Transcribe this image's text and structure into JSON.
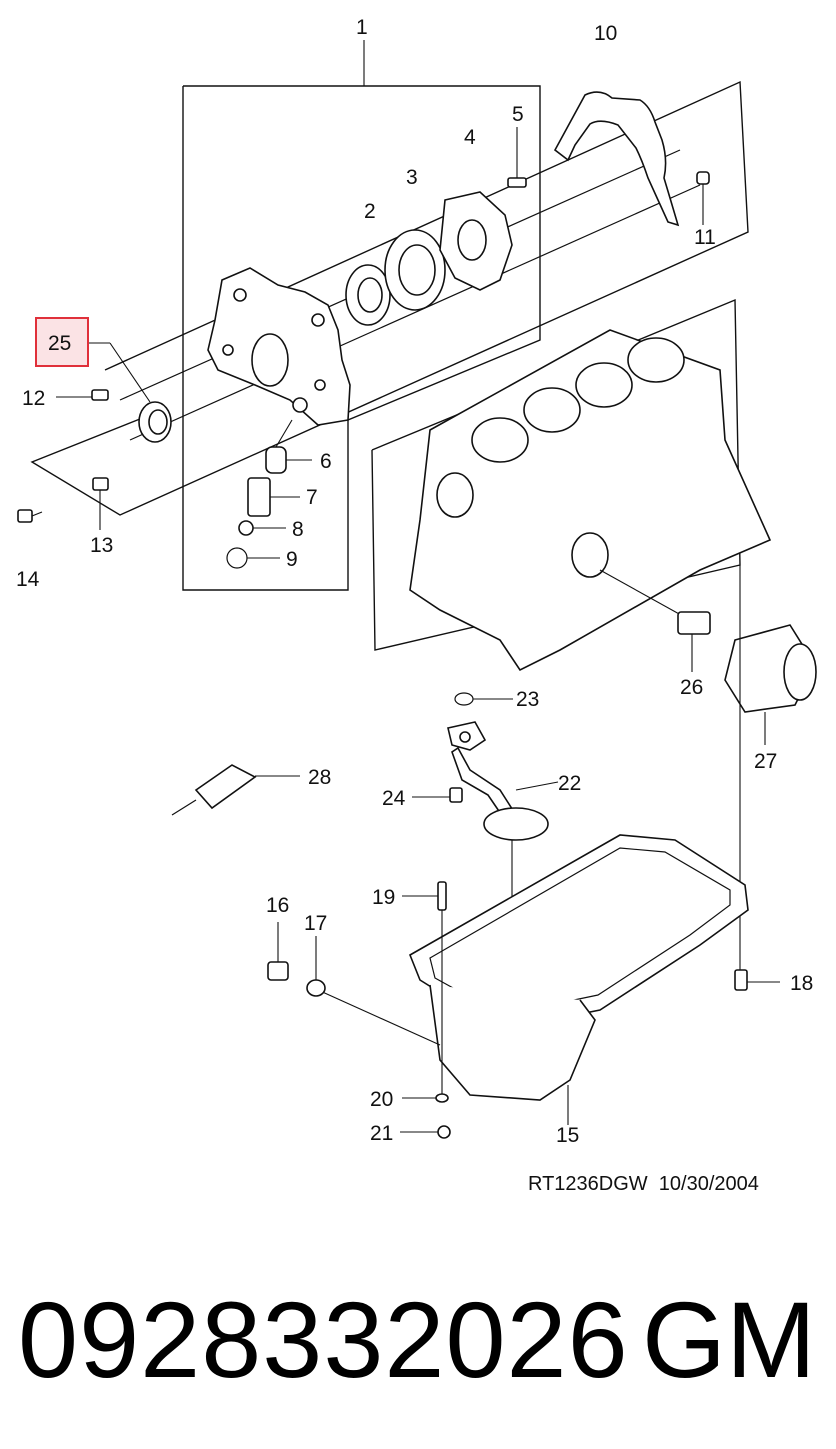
{
  "diagram": {
    "reference": "RT1236DGW  10/30/2004",
    "highlight_color": "#e0303a",
    "labels": {
      "l1": "1",
      "l2": "2",
      "l3": "3",
      "l4": "4",
      "l5": "5",
      "l6": "6",
      "l7": "7",
      "l8": "8",
      "l9": "9",
      "l10": "10",
      "l11": "11",
      "l12": "12",
      "l13": "13",
      "l14": "14",
      "l15": "15",
      "l16": "16",
      "l17": "17",
      "l18": "18",
      "l19": "19",
      "l20": "20",
      "l21": "21",
      "l22": "22",
      "l23": "23",
      "l24": "24",
      "l25": "25",
      "l26": "26",
      "l27": "27",
      "l28": "28"
    }
  },
  "footer": {
    "part_number": "0928332026",
    "brand": "GM"
  }
}
